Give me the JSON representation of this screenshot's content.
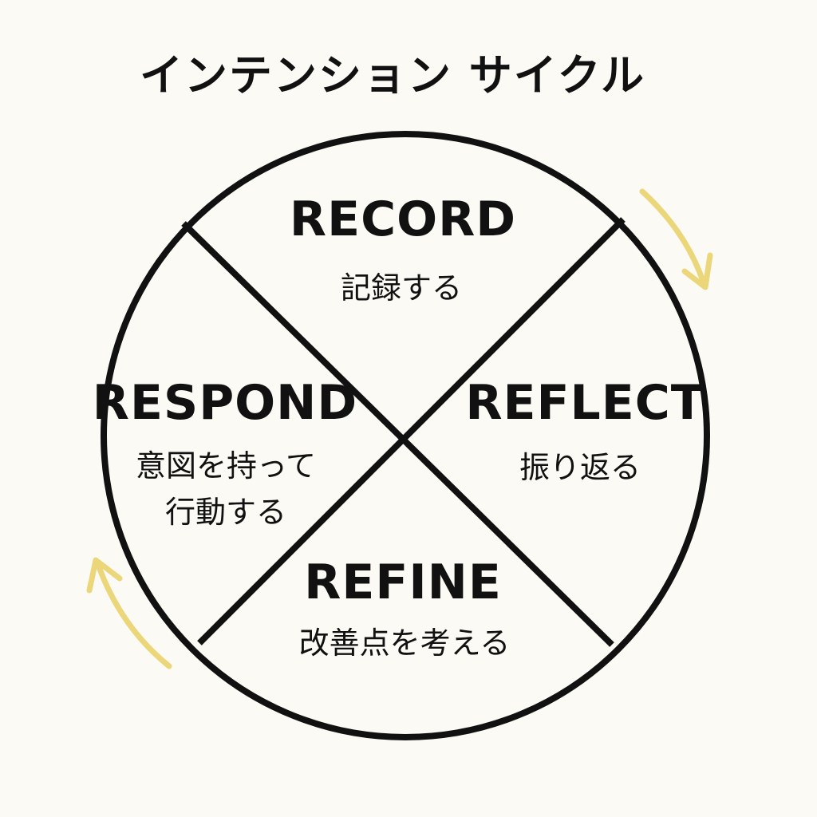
{
  "title": "インテンション サイクル",
  "segments": {
    "record": {
      "label": "RECORD",
      "sub": "記録する"
    },
    "reflect": {
      "label": "REFLECT",
      "sub": "振り返る"
    },
    "refine": {
      "label": "REFINE",
      "sub": "改善点を考える"
    },
    "respond": {
      "label": "RESPOND",
      "sub_line1": "意図を持って",
      "sub_line2": "行動する"
    }
  },
  "colors": {
    "background": "#fbfaf5",
    "stroke": "#111111",
    "arrow": "#ecd67a"
  }
}
